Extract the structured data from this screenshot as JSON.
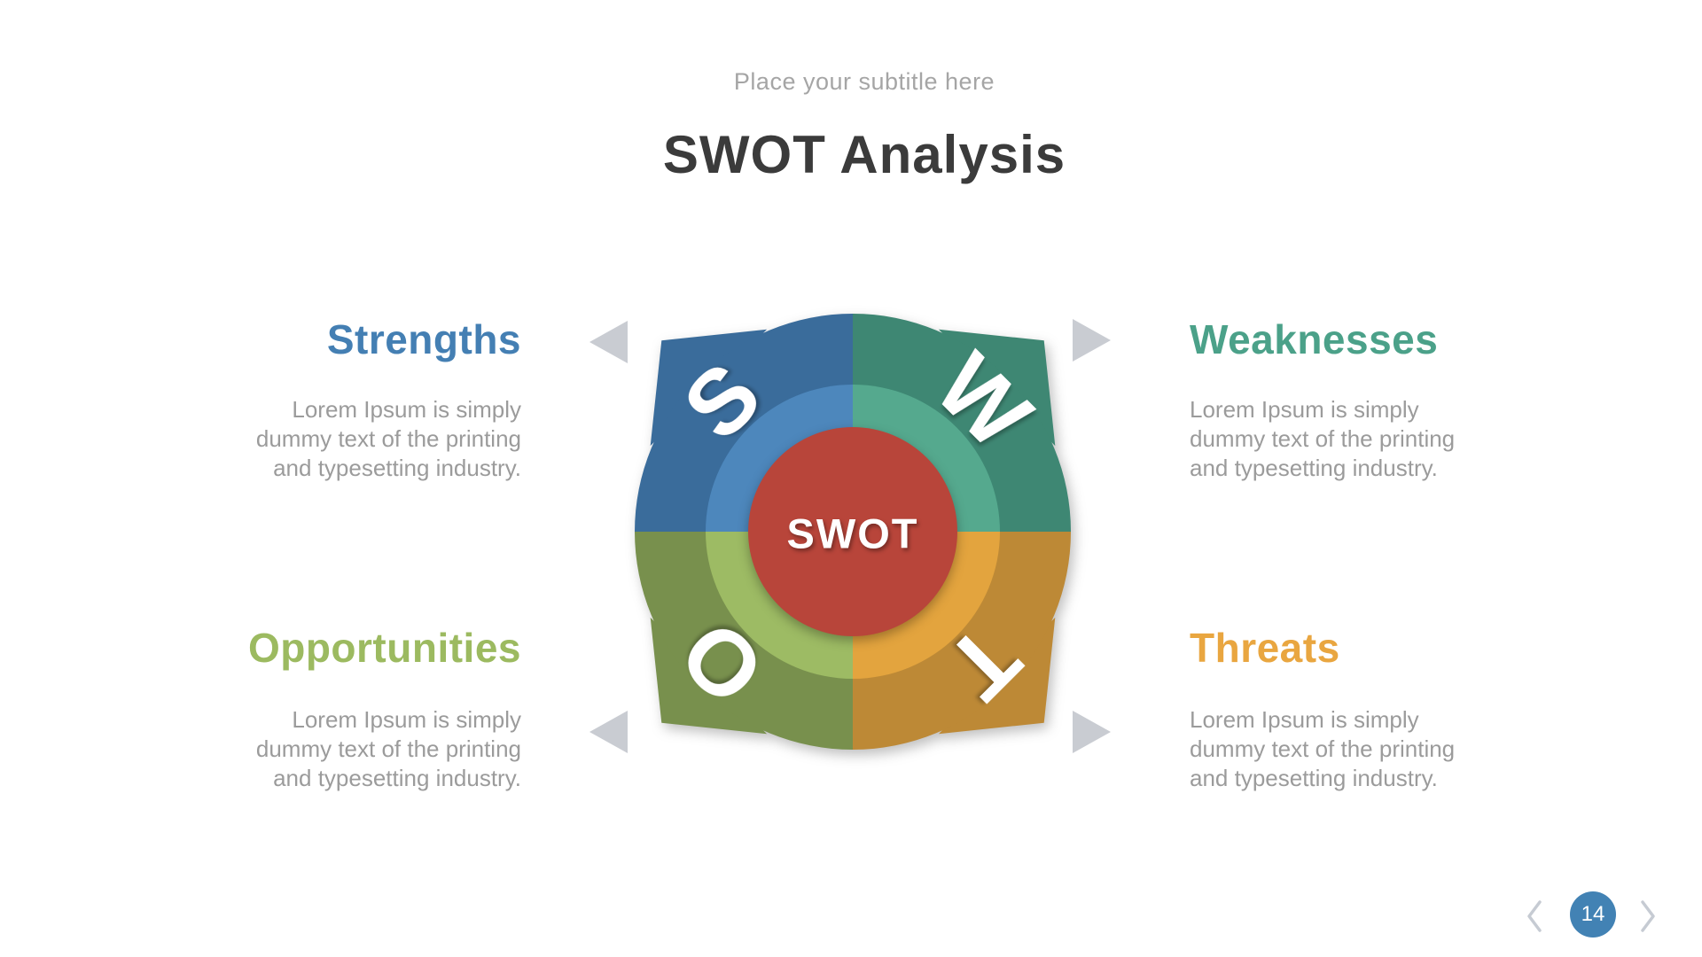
{
  "slide": {
    "subtitle": "Place your subtitle here",
    "title": "SWOT Analysis"
  },
  "diagram": {
    "center_label": "SWOT",
    "center_color": "#b8453a",
    "arrow_color": "#c9ccd2",
    "quadrants": [
      {
        "key": "strengths",
        "letter": "S",
        "outer_color": "#3a6c9b",
        "inner_color": "#4d87bc"
      },
      {
        "key": "weaknesses",
        "letter": "W",
        "outer_color": "#3e8773",
        "inner_color": "#55a98e"
      },
      {
        "key": "opportunities",
        "letter": "O",
        "outer_color": "#78904d",
        "inner_color": "#9dbb64"
      },
      {
        "key": "threats",
        "letter": "T",
        "outer_color": "#bd8936",
        "inner_color": "#e3a43e"
      }
    ]
  },
  "sections": [
    {
      "heading": "Strengths",
      "heading_color": "#447fb3",
      "body": "Lorem Ipsum is simply\ndummy text of the printing\nand typesetting industry."
    },
    {
      "heading": "Weaknesses",
      "heading_color": "#4ba189",
      "body": "Lorem Ipsum is simply\ndummy text of the printing\nand typesetting industry."
    },
    {
      "heading": "Opportunities",
      "heading_color": "#9cba60",
      "body": "Lorem Ipsum is simply\ndummy text of the printing\nand typesetting industry."
    },
    {
      "heading": "Threats",
      "heading_color": "#e9a640",
      "body": "Lorem Ipsum is simply\ndummy text of the printing\nand typesetting industry."
    }
  ],
  "pager": {
    "page": "14",
    "circle_color": "#4282b4",
    "prev_icon": "chevron-left",
    "next_icon": "chevron-right"
  }
}
